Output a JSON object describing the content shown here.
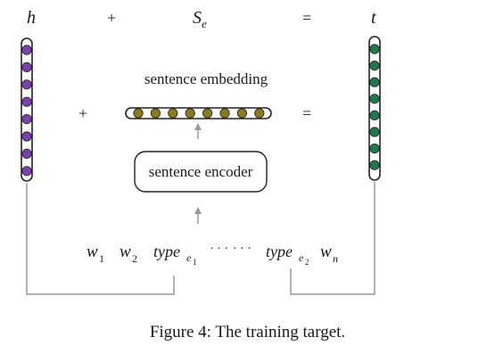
{
  "header": {
    "h": "h",
    "plus": "+",
    "se_base": "S",
    "se_sub": "e",
    "equals": "=",
    "t": "t"
  },
  "middle_row": {
    "plus": "+",
    "equals": "="
  },
  "embedding_label": "sentence embedding",
  "encoder_label": "sentence encoder",
  "tokens": {
    "w1_base": "w",
    "w1_sub": "1",
    "w2_base": "w",
    "w2_sub": "2",
    "type1_base": "type",
    "type1_sub": "e",
    "type1_subsub": "1",
    "ellipsis1": "· · ·",
    "ellipsis2": "· · ·",
    "type2_base": "type",
    "type2_sub": "e",
    "type2_subsub": "2",
    "wn_base": "w",
    "wn_sub": "n"
  },
  "vectors": {
    "h_color": "#7d3fb2",
    "sentence_color": "#8a7a1c",
    "t_color": "#1f7a4a"
  },
  "caption": "Figure 4: The training target."
}
